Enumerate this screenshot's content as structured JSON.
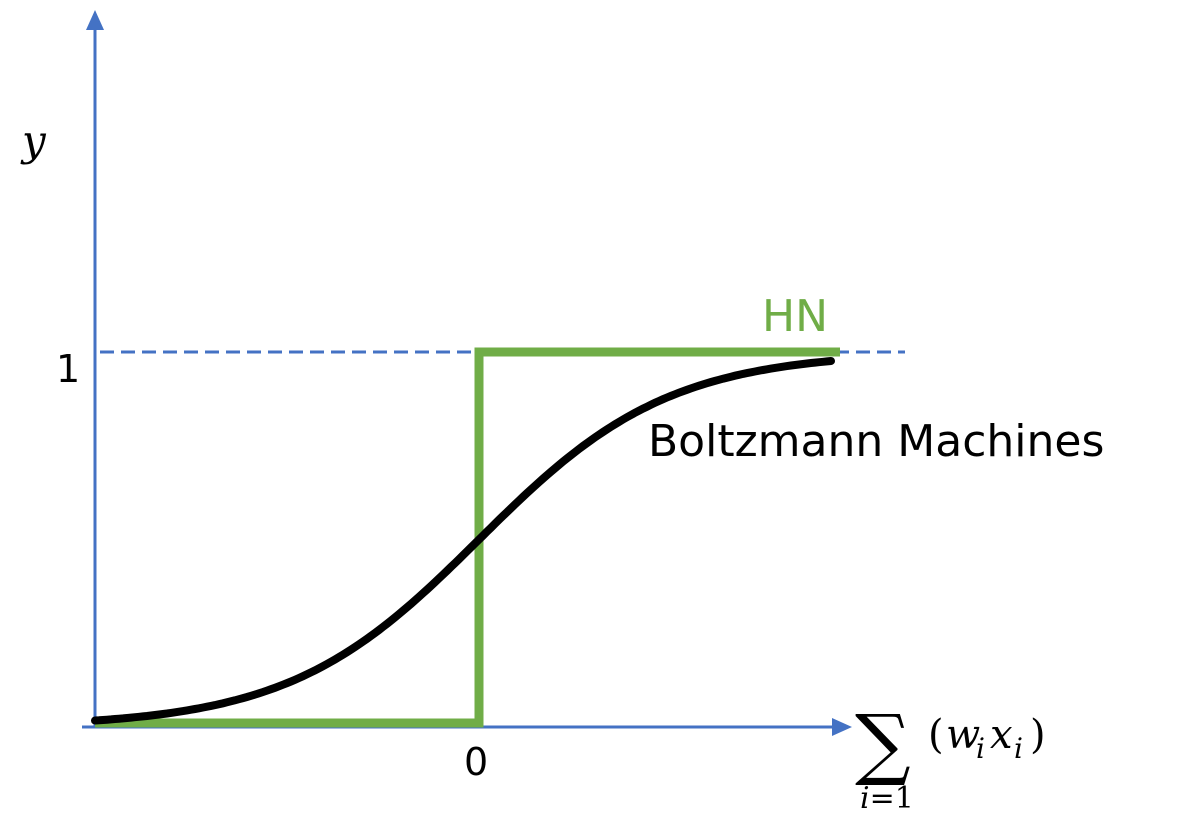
{
  "axes": {
    "y_label": "y",
    "tick_one": "1",
    "tick_zero": "0",
    "color": "#4472C4"
  },
  "x_formula": {
    "sigma": "∑",
    "lower_limit_var": "i",
    "lower_limit_rest": "=1",
    "open_paren": "(",
    "w": "w",
    "w_sub": "i",
    "x": "x",
    "x_sub": "i",
    "close_paren": ")"
  },
  "labels": {
    "hn": "HN",
    "boltzmann": "Boltzmann Machines"
  },
  "colors": {
    "hn": "#70AD47",
    "boltzmann": "#000000"
  },
  "curves": {
    "hn": {
      "type": "step",
      "threshold": 0,
      "low": 0,
      "high": 1
    },
    "boltzmann": {
      "type": "sigmoid",
      "y_at_zero": 0.5,
      "low": 0,
      "high": 1
    }
  }
}
